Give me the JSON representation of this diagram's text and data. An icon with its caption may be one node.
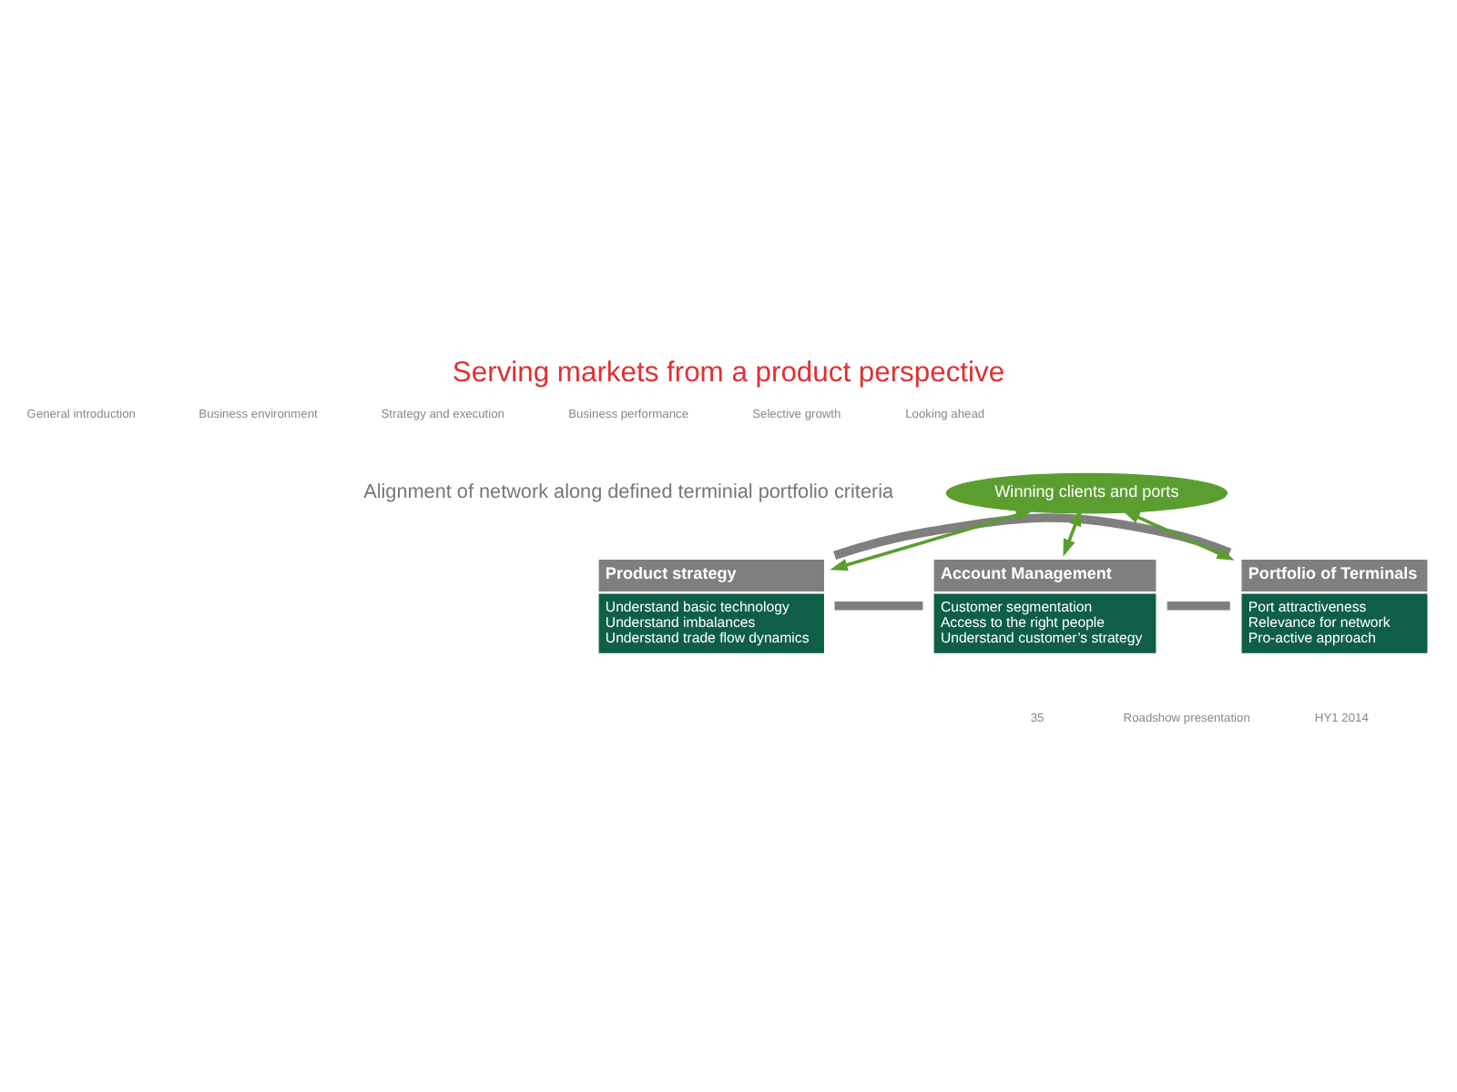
{
  "diagram": {
    "title": "Serving markets from a product perspective",
    "nodes": [
      {
        "text": [
          "Product strategy",
          "Understand basic technology",
          "Understand imbalances",
          "Understand trade flow dynamics"
        ]
      },
      {
        "text": [
          "Winning clients and ports"
        ]
      },
      {
        "text": [
          "Account Management",
          "Customer segmentation",
          "Access to the right people",
          "Understand customer’s strategy"
        ]
      },
      {
        "text": [
          "Portfolio of Terminals",
          "Port attractiveness",
          "Relevance for network",
          "Pro-active approach"
        ]
      }
    ],
    "edges": [
      {
        "from": 0,
        "to": 2,
        "arrow": "none",
        "style": "thick",
        "color": "#7f7f7f"
      },
      {
        "from": 0,
        "to": 3,
        "arrow": "none",
        "style": "thick",
        "color": "#7f7f7f"
      },
      {
        "from": 2,
        "to": 3,
        "arrow": "none",
        "style": "thick",
        "color": "#7f7f7f"
      },
      {
        "from": 1,
        "to": 0,
        "arrow": "both",
        "color": "#5a9e2f"
      },
      {
        "from": 1,
        "to": 2,
        "arrow": "both",
        "color": "#5a9e2f"
      },
      {
        "from": 1,
        "to": 3,
        "arrow": "both",
        "color": "#5a9e2f"
      }
    ],
    "labels": [
      "General introduction",
      "Business environment",
      "Strategy and execution",
      "Business performance",
      "Selective growth",
      "Looking ahead",
      "Alignment of network along defined terminial portfolio criteria",
      "35",
      "Roadshow presentation",
      "HY1 2014"
    ]
  }
}
